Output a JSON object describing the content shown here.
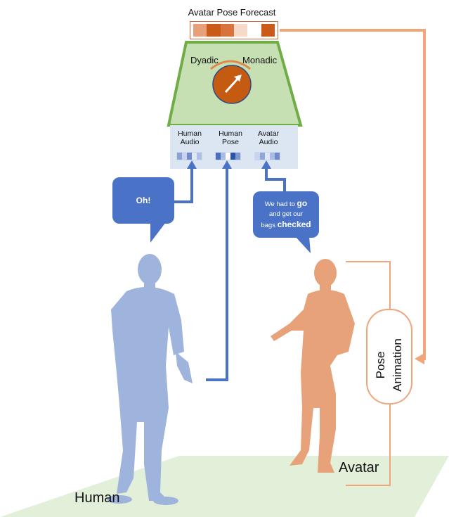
{
  "title": "Avatar Pose Forecast",
  "forecast_cells": [
    "#e8a07a",
    "#c95a1a",
    "#d9733c",
    "#f6d9c8",
    "#ffffff",
    "#c95a1a"
  ],
  "dial": {
    "left_label": "Dyadic",
    "right_label": "Monadic"
  },
  "encoders": [
    {
      "label": "Human Audio",
      "line1": "Human",
      "line2": "Audio",
      "strip": [
        "#8aa3d6",
        "#c8d4ee",
        "#6f8bc9",
        "#dfe6f4",
        "#b0c1e6"
      ]
    },
    {
      "label": "Human Pose",
      "line1": "Human",
      "line2": "Pose",
      "strip": [
        "#4a6fbe",
        "#a9bce5",
        "#ffffff",
        "#2c54ab",
        "#7d97d1"
      ]
    },
    {
      "label": "Avatar Audio",
      "line1": "Avatar",
      "line2": "Audio",
      "strip": [
        "#c8d4ee",
        "#90a8d8",
        "#dfe6f4",
        "#a9bce5",
        "#6f8bc9"
      ]
    }
  ],
  "bubbles": {
    "human": "Oh!",
    "avatar_line1": "We had to",
    "avatar_bold1": "go",
    "avatar_line2": "and get our",
    "avatar_line3": "bags",
    "avatar_bold2": "checked"
  },
  "animation": {
    "line1": "Pose",
    "line2": "Animation"
  },
  "labels": {
    "human": "Human",
    "avatar": "Avatar"
  },
  "colors": {
    "blue": "#4a72c6",
    "orange": "#f0a57a",
    "green_fill": "#c6e0b4",
    "green_border": "#70ad47",
    "dial": "#c55a11",
    "floor": "#e2efd9"
  }
}
